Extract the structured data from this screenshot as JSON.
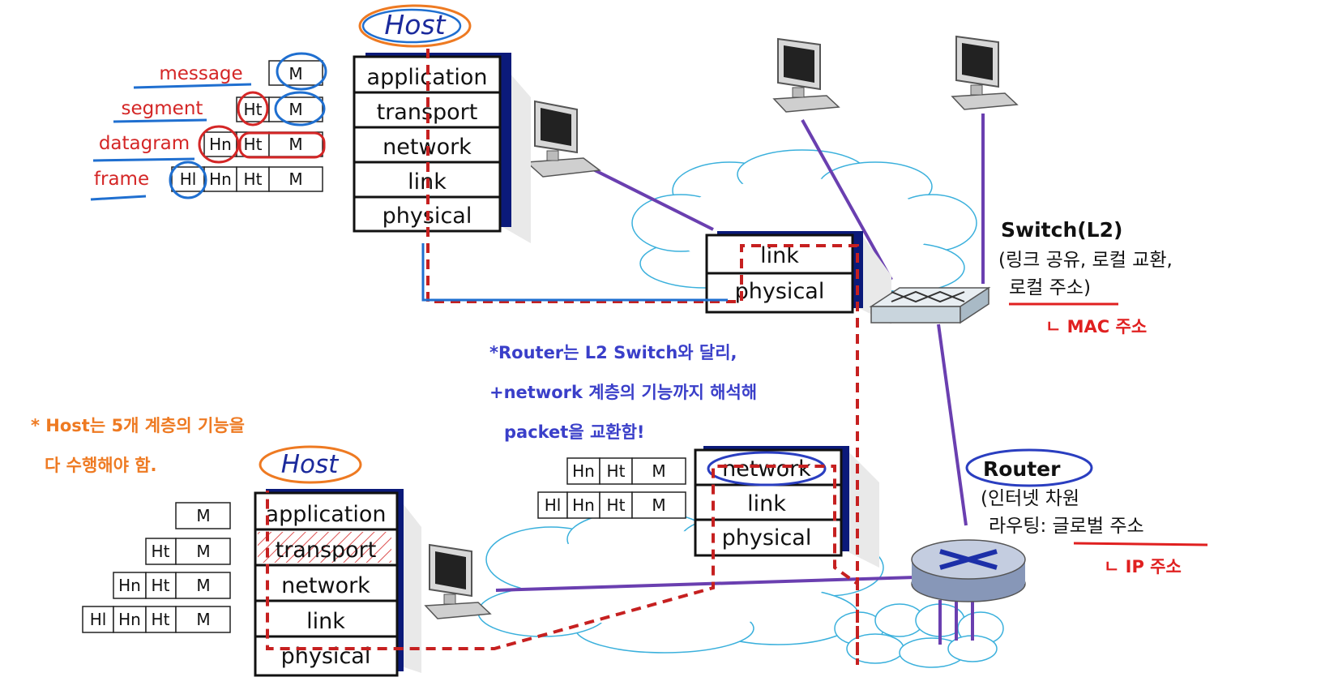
{
  "hosts": {
    "top_title": "Host",
    "bottom_title": "Host",
    "top_layers": [
      "application",
      "transport",
      "network",
      "link",
      "physical"
    ],
    "bottom_layers": [
      "application",
      "transport",
      "network",
      "link",
      "physical"
    ]
  },
  "pdu_labels": {
    "message": "message",
    "segment": "segment",
    "datagram": "datagram",
    "frame": "frame"
  },
  "headers": {
    "m": "M",
    "ht": "Ht",
    "hn": "Hn",
    "hl": "Hl"
  },
  "switch": {
    "title": "Switch(L2)",
    "desc_line1": "(링크 공유, 로컬 교환,",
    "desc_line2": "로컬 주소)",
    "note": "ㄴ MAC 주소",
    "layers": [
      "link",
      "physical"
    ]
  },
  "router": {
    "title": "Router",
    "desc_line1": "(인터넷 차원",
    "desc_line2": "라우팅: 글로벌 주소",
    "note": "ㄴ IP 주소",
    "layers": [
      "network",
      "link",
      "physical"
    ]
  },
  "notes": {
    "router_note_line1": "*Router는 L2 Switch와 달리,",
    "router_note_line2": "+network 계층의 기능까지 해석해",
    "router_note_line3": "packet을 교환함!",
    "host_note_line1": "* Host는 5개 계층의 기능을",
    "host_note_line2": "다 수행해야 함."
  },
  "colors": {
    "annotation_red": "#d42626",
    "annotation_blue": "#1f6fd0",
    "annotation_orange": "#ee7a22",
    "link_purple": "#6a3fb0",
    "path_dashed_red": "#c62020",
    "note_blue": "#3a3fc9"
  }
}
